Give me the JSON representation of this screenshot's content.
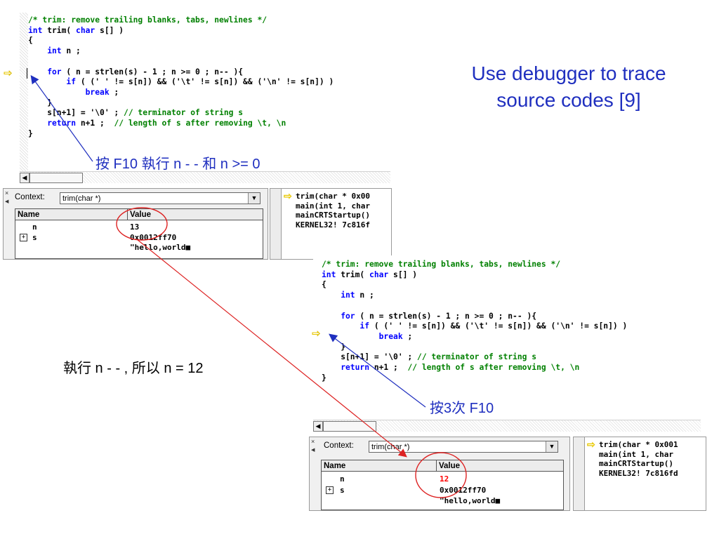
{
  "slide": {
    "title_line1": "Use debugger to trace",
    "title_line2": "source codes    [9]",
    "annotation_top": "按 F10 執行 n - -  和 n >= 0",
    "annotation_middle": "執行 n - - , 所以 n = 12",
    "annotation_bottom": "按3次 F10"
  },
  "code_lines": {
    "l1": "/* trim: remove trailing blanks, tabs, newlines */",
    "l2_kw": "int",
    "l2_rest": " trim( ",
    "l2_kw2": "char",
    "l2_rest2": " s[] )",
    "l3": "{",
    "l4_kw": "    int",
    "l4_rest": " n ;",
    "l5_blank": "",
    "l6_kw": "    for",
    "l6_rest": " ( n = strlen(s) - 1 ; n >= 0 ; n-- ){",
    "l7_kw": "        if",
    "l7_rest": " ( (' ' != s[n]) && ('\\t' != s[n]) && ('\\n' != s[n]) )",
    "l8_kw": "            break",
    "l8_rest": " ;",
    "l9": "    }",
    "l10_code": "    s[n+1] = '\\0' ; ",
    "l10_cm": "// terminator of string s",
    "l11_kw": "    return",
    "l11_code": " n+1 ;  ",
    "l11_cm": "// length of s after removing \\t, \\n",
    "l12": "}"
  },
  "debugger_top": {
    "context_label": "Context:",
    "context_value": "trim(char *)",
    "col_name": "Name",
    "col_value": "Value",
    "var_n_name": "n",
    "var_n_value": "13",
    "var_s_name": "s",
    "var_s_value": "0x0012ff70",
    "var_s_string": "\"hello,world■",
    "expander": "+",
    "callstack": "trim(char * 0x00\nmain(int 1, char\nmainCRTStartup()\nKERNEL32! 7c816f"
  },
  "debugger_bottom": {
    "context_label": "Context:",
    "context_value": "trim(char *)",
    "col_name": "Name",
    "col_value": "Value",
    "var_n_name": "n",
    "var_n_value": "12",
    "var_s_name": "s",
    "var_s_value": "0x0012ff70",
    "var_s_string": "\"hello,world■",
    "expander": "+",
    "callstack": "trim(char * 0x001\nmain(int 1, char\nmainCRTStartup()\nKERNEL32! 7c816fd"
  },
  "icons": {
    "exec_arrow": "⇨",
    "scroll_left": "◀",
    "dropdown": "▼",
    "close_x": "×"
  },
  "colors": {
    "keyword": "#0000ff",
    "comment": "#008000",
    "title": "#1f2fbf",
    "changed_value": "#ff0000",
    "circle": "#dd2222",
    "pointer_line": "#1f2fbf"
  }
}
